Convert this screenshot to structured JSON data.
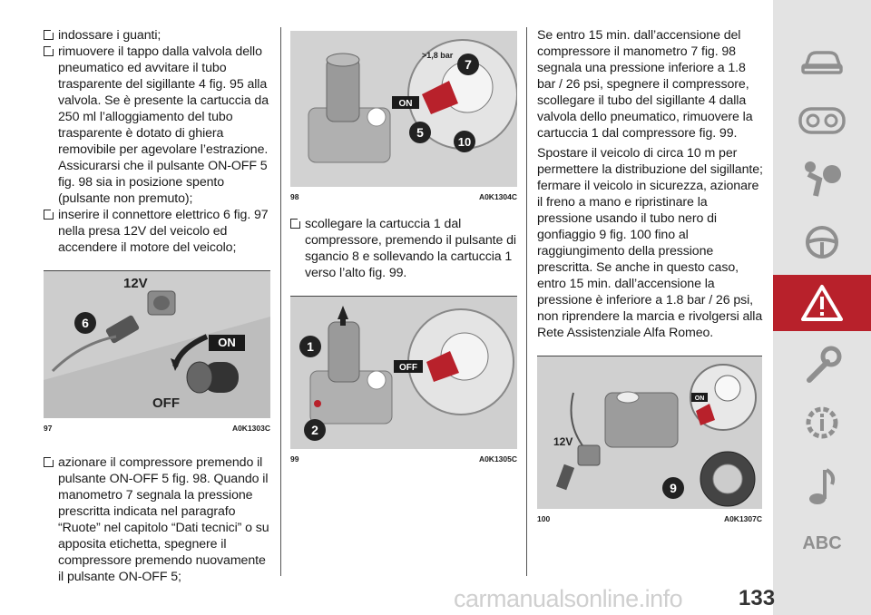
{
  "column1": {
    "items": [
      "indossare i guanti;",
      "rimuovere il tappo dalla valvola dello pneumatico ed avvitare il tubo trasparente del sigillante 4 fig. 95 alla valvola. Se è presente la cartuccia da 250 ml l’alloggiamento del tubo trasparente è dotato di ghiera removibile per agevolare l’estrazione. Assicurarsi che il pulsante ON-OFF 5 fig. 98 sia in posizione spento (pulsante non premuto);",
      "inserire il connettore elettrico 6 fig. 97 nella presa 12V del veicolo ed accendere il motore del veicolo;"
    ],
    "figure": {
      "number": "97",
      "code": "A0K1303C",
      "labels": [
        "12V",
        "6",
        "ON",
        "OFF"
      ]
    },
    "item_after": "azionare il compressore premendo il pulsante ON-OFF 5 fig. 98. Quando il manometro 7 segnala la pressione prescritta indicata nel paragrafo “Ruote” nel capitolo “Dati tecnici” o su apposita etichetta, spegnere il compressore premendo nuovamente il pulsante ON-OFF 5;"
  },
  "column2": {
    "figure_top": {
      "number": "98",
      "code": "A0K1304C",
      "labels": [
        ">1,8 bar",
        "7",
        "ON",
        "5",
        "10"
      ]
    },
    "item": "scollegare la cartuccia 1 dal compressore, premendo il pulsante di sgancio 8 e sollevando la cartuccia 1 verso l’alto fig. 99.",
    "figure_bottom": {
      "number": "99",
      "code": "A0K1305C",
      "labels": [
        "1",
        "OFF",
        "2"
      ]
    }
  },
  "column3": {
    "para1": "Se entro 15 min. dall’accensione del compressore il manometro 7 fig. 98 segnala una pressione inferiore a 1.8 bar / 26 psi, spegnere il compressore, scollegare il tubo del sigillante 4 dalla valvola dello pneumatico, rimuovere la cartuccia 1 dal compressore fig. 99.",
    "para2": "Spostare il veicolo di circa 10 m per permettere la distribuzione del sigillante; fermare il veicolo in sicurezza, azionare il freno a mano e ripristinare la pressione usando il tubo nero di gonfiaggio 9 fig. 100 fino al raggiungimento della pressione prescritta. Se anche in questo caso, entro 15 min. dall’accensione la pressione è inferiore a 1.8 bar / 26 psi, non riprendere la marcia e rivolgersi alla Rete Assistenziale Alfa Romeo.",
    "figure": {
      "number": "100",
      "code": "A0K1307C",
      "labels": [
        "12V",
        "ON",
        "9"
      ]
    }
  },
  "sidebar": {
    "icons": [
      "car-icon",
      "dashboard-icon",
      "airbag-icon",
      "steering-wheel-icon",
      "warning-triangle-icon",
      "wrench-icon",
      "gear-info-icon",
      "music-note-icon",
      "abc-icon"
    ],
    "abc_label": "ABC",
    "active_color": "#b8212b"
  },
  "page_number": "133",
  "watermark": "carmanualsonline.info"
}
